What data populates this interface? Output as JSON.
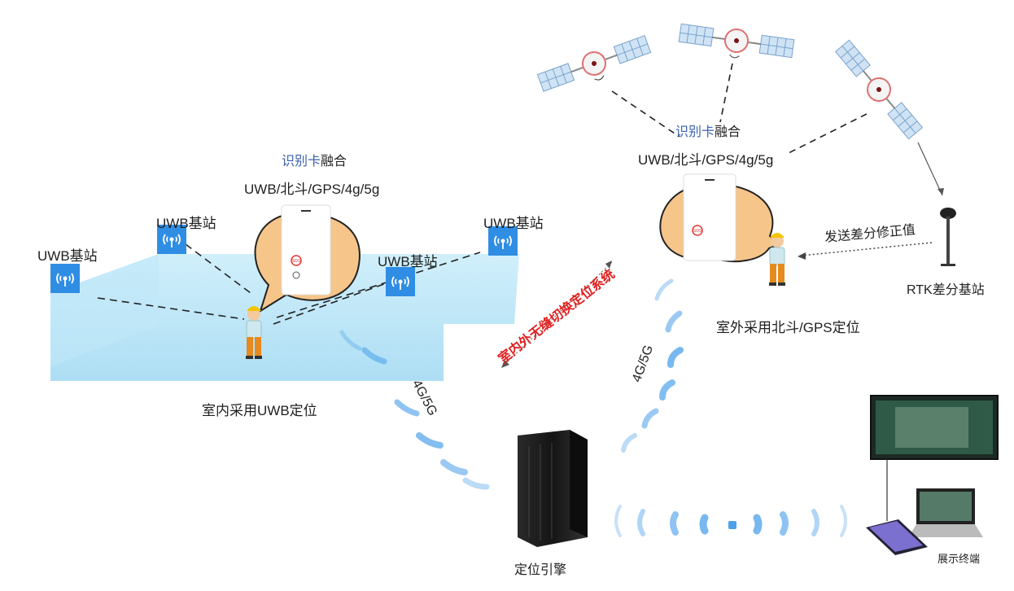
{
  "indoor": {
    "stations": [
      {
        "label": "UWB基站"
      },
      {
        "label": "UWB基站"
      },
      {
        "label": "UWB基站"
      },
      {
        "label": "UWB基站"
      }
    ],
    "card_fusion_accent": "识别卡",
    "card_fusion_rest": "融合",
    "card_tech": "UWB/北斗/GPS/4g/5g",
    "caption": "室内采用UWB定位",
    "card_sos": "SOS"
  },
  "outdoor": {
    "card_fusion_accent": "识别卡",
    "card_fusion_rest": "融合",
    "card_tech": "UWB/北斗/GPS/4g/5g",
    "caption": "室外采用北斗/GPS定位",
    "rtk_label": "RTK差分基站",
    "correction_label": "发送差分修正值",
    "card_sos": "SOS"
  },
  "center": {
    "switch_label": "室内外无缝切换定位系统",
    "signal_left": "4G/5G",
    "signal_right": "4G/5G",
    "engine_label": "定位引擎",
    "terminal_label": "展示终端"
  },
  "colors": {
    "accent": "#3b62b0",
    "room": "#a8def5",
    "wave": "#1e88e5",
    "switch_text": "#e02020",
    "bubble": "#f6c58a"
  }
}
